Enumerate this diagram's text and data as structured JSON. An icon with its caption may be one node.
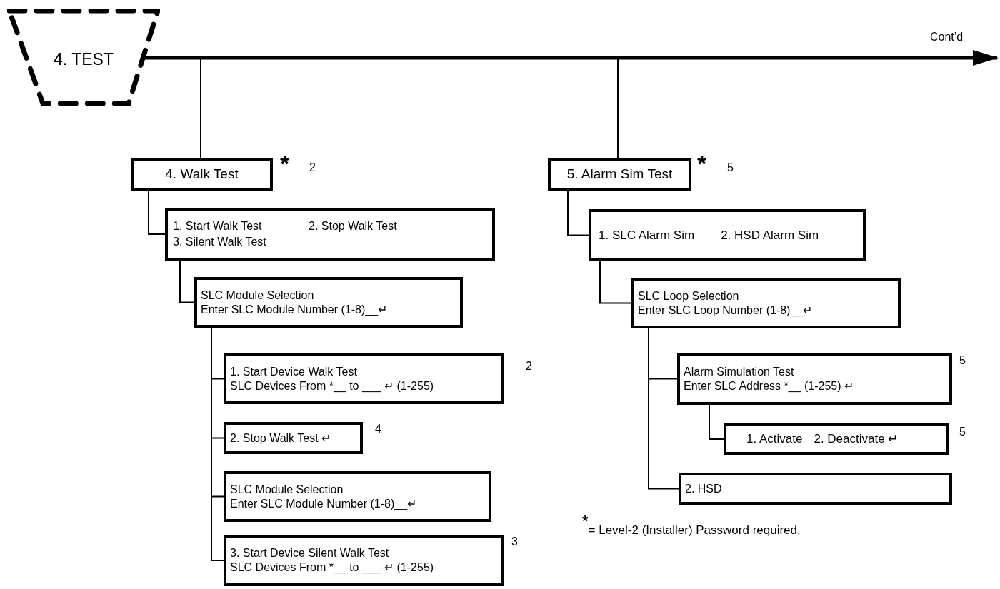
{
  "diagram": {
    "nodes": [
      {
        "text": [
          "4. TEST"
        ]
      },
      {
        "text": [
          "4. Walk Test"
        ],
        "beside": [
          "*",
          "2"
        ]
      },
      {
        "text": [
          "1. Start Walk Test",
          "2. Stop Walk Test",
          "3. Silent Walk Test"
        ]
      },
      {
        "text": [
          "SLC Module Selection",
          "Enter SLC Module Number (1-8)__↵"
        ]
      },
      {
        "text": [
          "1. Start Device Walk Test",
          "SLC Devices From *__ to ___ ↵ (1-255)"
        ],
        "beside": [
          "2"
        ]
      },
      {
        "text": [
          "2. Stop Walk Test ↵"
        ],
        "beside": [
          "4"
        ]
      },
      {
        "text": [
          "SLC Module Selection",
          "Enter SLC Module Number (1-8)__↵"
        ]
      },
      {
        "text": [
          "3. Start Device Silent Walk Test",
          "SLC Devices From *__ to ___ ↵ (1-255)"
        ],
        "beside": [
          "3"
        ]
      },
      {
        "text": [
          "5. Alarm Sim Test"
        ],
        "beside": [
          "*",
          "5"
        ]
      },
      {
        "text": [
          "1. SLC Alarm Sim",
          "2. HSD Alarm Sim"
        ]
      },
      {
        "text": [
          "SLC Loop Selection",
          "Enter SLC Loop Number (1-8)__↵"
        ]
      },
      {
        "text": [
          "Alarm Simulation Test",
          "Enter SLC Address *__ (1-255) ↵"
        ],
        "beside": [
          "5"
        ]
      },
      {
        "text": [
          "1. Activate",
          "2. Deactivate ↵"
        ],
        "beside": [
          "5"
        ]
      },
      {
        "text": [
          "2. HSD"
        ]
      }
    ],
    "edges": [
      {
        "from": 0,
        "to": null,
        "arrow": "to",
        "label": "Cont’d",
        "style": "thick"
      },
      {
        "from": 0,
        "to": 1,
        "arrow": "none"
      },
      {
        "from": 0,
        "to": 8,
        "arrow": "none"
      },
      {
        "from": 1,
        "to": 2,
        "arrow": "none"
      },
      {
        "from": 2,
        "to": 3,
        "arrow": "none"
      },
      {
        "from": 3,
        "to": 4,
        "arrow": "none"
      },
      {
        "from": 3,
        "to": 5,
        "arrow": "none"
      },
      {
        "from": 3,
        "to": 6,
        "arrow": "none"
      },
      {
        "from": 3,
        "to": 7,
        "arrow": "none"
      },
      {
        "from": 8,
        "to": 9,
        "arrow": "none"
      },
      {
        "from": 9,
        "to": 10,
        "arrow": "none"
      },
      {
        "from": 10,
        "to": 11,
        "arrow": "none"
      },
      {
        "from": 11,
        "to": 12,
        "arrow": "none"
      },
      {
        "from": 10,
        "to": 13,
        "arrow": "none"
      }
    ],
    "labels": [
      "$^{*}$= Level-2 (Installer) Password required."
    ]
  }
}
